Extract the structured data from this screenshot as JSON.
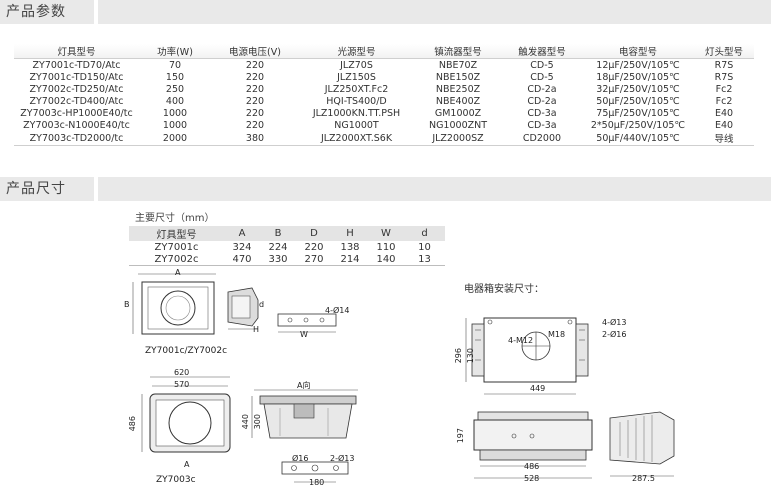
{
  "sections": {
    "params_title": "产品参数",
    "dims_title": "产品尺寸"
  },
  "params_table": {
    "headers": [
      "灯具型号",
      "功率(W)",
      "电源电压(V)",
      "光源型号",
      "镇流器型号",
      "触发器型号",
      "电容型号",
      "灯头型号"
    ],
    "rows": [
      [
        "ZY7001c-TD70/Atc",
        "70",
        "220",
        "JLZ70S",
        "NBE70Z",
        "CD-5",
        "12μF/250V/105℃",
        "R7S"
      ],
      [
        "ZY7001c-TD150/Atc",
        "150",
        "220",
        "JLZ150S",
        "NBE150Z",
        "CD-5",
        "18μF/250V/105℃",
        "R7S"
      ],
      [
        "ZY7002c-TD250/Atc",
        "250",
        "220",
        "JLZ250XT.Fc2",
        "NBE250Z",
        "CD-2a",
        "32μF/250V/105℃",
        "Fc2"
      ],
      [
        "ZY7002c-TD400/Atc",
        "400",
        "220",
        "HQI-TS400/D",
        "NBE400Z",
        "CD-2a",
        "50μF/250V/105℃",
        "Fc2"
      ],
      [
        "ZY7003c-HP1000E40/tc",
        "1000",
        "220",
        "JLZ1000KN.TT.PSH",
        "GM1000Z",
        "CD-3a",
        "75μF/250V/105℃",
        "E40"
      ],
      [
        "ZY7003c-N1000E40/tc",
        "1000",
        "220",
        "NG1000T",
        "NG1000ZNT",
        "CD-3a",
        "2*50μF/250V/105℃",
        "E40"
      ],
      [
        "ZY7003c-TD2000/tc",
        "2000",
        "380",
        "JLZ2000XT.S6K",
        "JLZ2000SZ",
        "CD2000",
        "50μF/440V/105℃",
        "导线"
      ]
    ]
  },
  "dims": {
    "title": "主要尺寸（mm）",
    "headers": [
      "灯具型号",
      "A",
      "B",
      "D",
      "H",
      "W",
      "d"
    ],
    "rows": [
      [
        "ZY7001c",
        "324",
        "224",
        "220",
        "138",
        "110",
        "10"
      ],
      [
        "ZY7002c",
        "470",
        "330",
        "270",
        "214",
        "140",
        "13"
      ]
    ]
  },
  "drawings": {
    "label_7001_7002": "ZY7001c/ZY7002c",
    "label_7003": "ZY7003c",
    "box_title": "电器箱安装尺寸：",
    "dim_620": "620",
    "dim_570": "570",
    "dim_486": "486",
    "dim_440": "440",
    "dim_300": "300",
    "dim_180": "180",
    "dim_449": "449",
    "dim_296": "296",
    "dim_130": "130",
    "dim_197": "197",
    "dim_486b": "486",
    "dim_528": "528",
    "dim_287": "287.5",
    "hole_14": "4-Ø14",
    "hole_13a": "4-Ø13",
    "hole_16a": "2-Ø16",
    "hole_16b": "Ø16",
    "hole_13b": "2-Ø13",
    "bolt_m12": "4-M12",
    "bolt_m18": "M18",
    "letter_a": "A",
    "letter_b": "B",
    "letter_h": "H",
    "letter_w": "W",
    "letter_d": "d",
    "letter_a_view": "A向"
  }
}
